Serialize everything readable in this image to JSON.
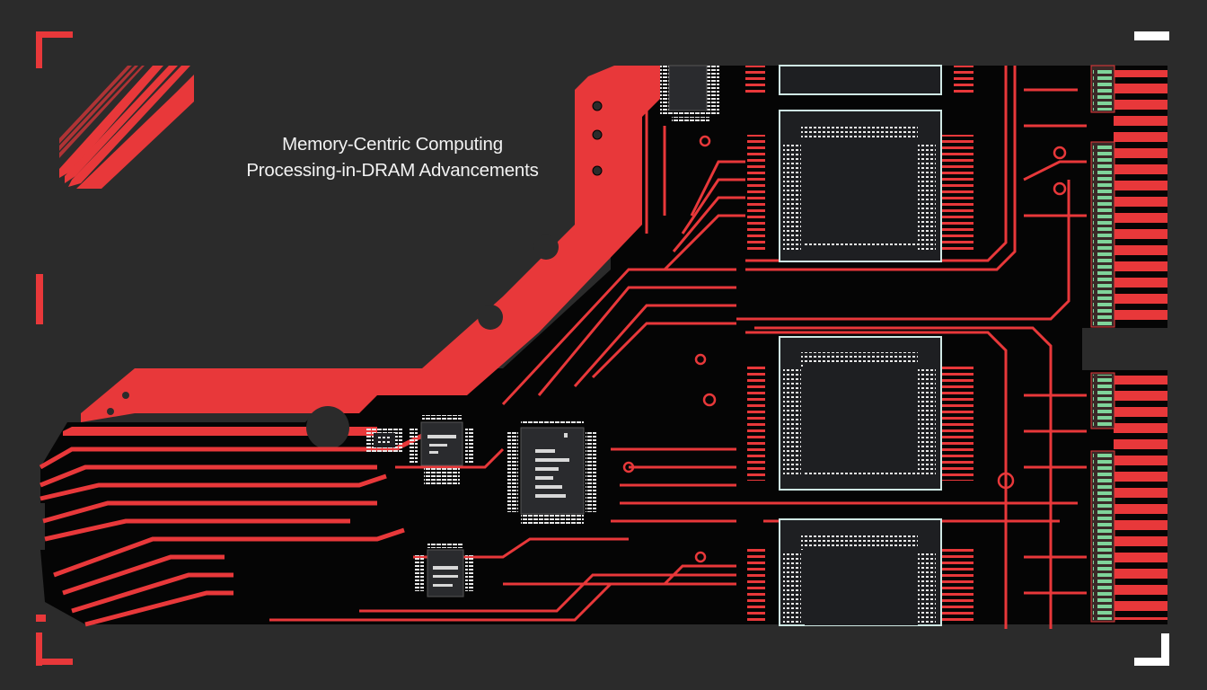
{
  "title": {
    "line1": "Memory-Centric Computing",
    "line2": "Processing-in-DRAM  Advancements"
  },
  "colors": {
    "background": "#2b2b2b",
    "accent_red": "#e8383a",
    "board_black": "#050505",
    "chip_dark": "#1e1f22",
    "chip_outline": "#cfe8e4",
    "contact_green": "#7fd49a",
    "corner_white": "#ffffff"
  },
  "chips": [
    {
      "id": "dram-1",
      "label": ""
    },
    {
      "id": "dram-2",
      "label": ""
    },
    {
      "id": "dram-3",
      "label": ""
    },
    {
      "id": "dram-top",
      "label": ""
    },
    {
      "id": "controller",
      "label": ""
    },
    {
      "id": "small-ic-1",
      "label": ""
    },
    {
      "id": "small-ic-2",
      "label": ""
    },
    {
      "id": "small-ic-3",
      "label": ""
    }
  ]
}
